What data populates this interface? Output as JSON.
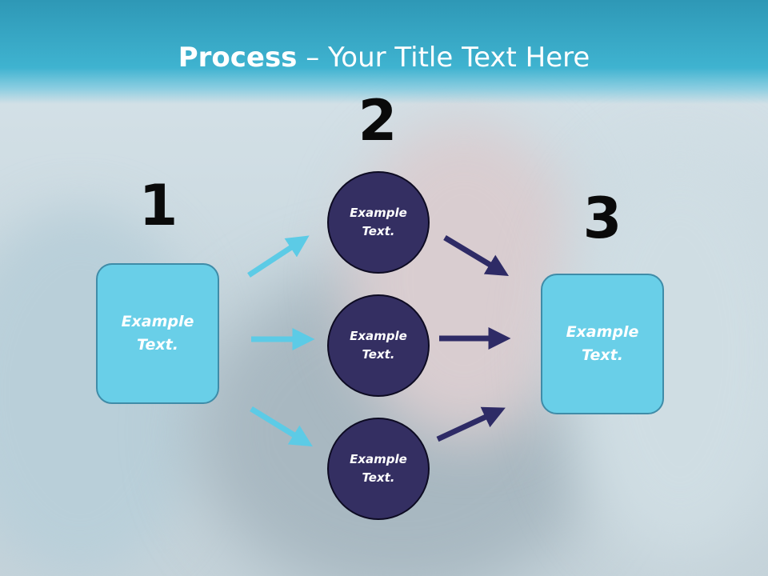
{
  "slide": {
    "title_bold": "Process",
    "title_rest": " – Your Title Text Here"
  },
  "steps": {
    "one": {
      "number": "1",
      "text": "Example Text."
    },
    "two": {
      "number": "2"
    },
    "three": {
      "number": "3",
      "text": "Example Text."
    }
  },
  "circles": [
    {
      "text": "Example Text."
    },
    {
      "text": "Example Text."
    },
    {
      "text": "Example Text."
    }
  ],
  "colors": {
    "header": "#3fb3d0",
    "box_fill": "#69cfe8",
    "circle_fill": "#342f62",
    "arrow_light": "#5ccbe6",
    "arrow_dark": "#2e2b66"
  }
}
